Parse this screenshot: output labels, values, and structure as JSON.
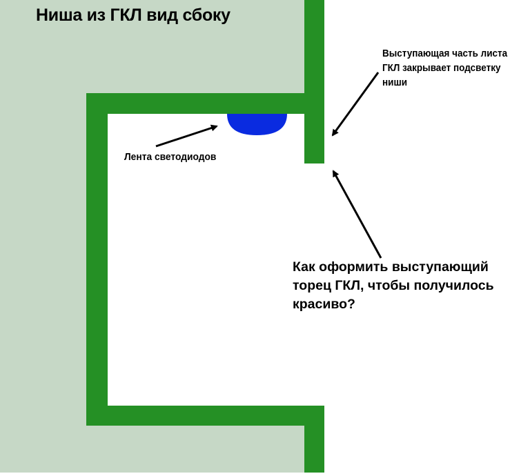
{
  "title": "Ниша из ГКЛ вид сбоку",
  "annotations": {
    "protrusion_note": "Выступающая часть листа ГКЛ закрывает подсветку ниши",
    "led_strip": "Лента светодиодов",
    "question": "Как оформить выступающий торец ГКЛ, чтобы получилось красиво?"
  },
  "colors": {
    "wall": "#c6d8c6",
    "drywall": "#259025",
    "led": "#0a2be0",
    "niche_interior": "#ffffff",
    "arrow": "#000000"
  }
}
